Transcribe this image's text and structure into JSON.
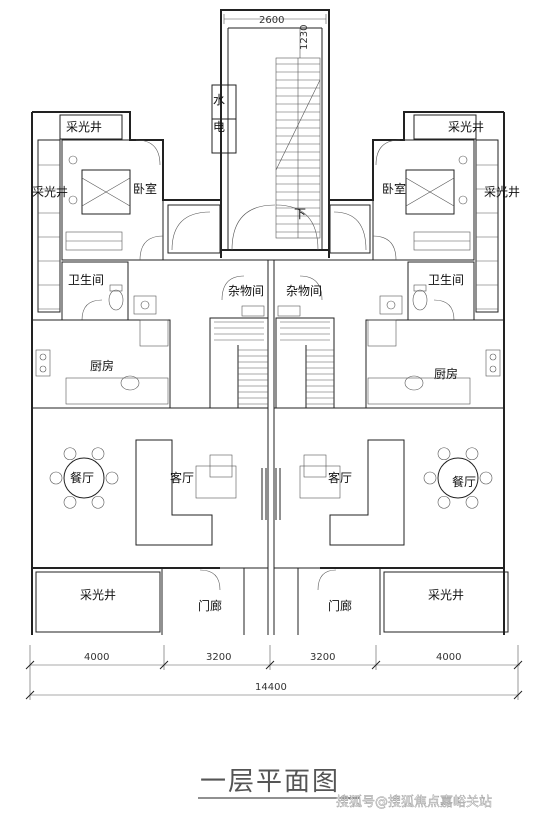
{
  "rooms": {
    "skylight_tl": "采光井",
    "skylight_tr": "采光井",
    "skylight_ml": "采光井",
    "skylight_mr": "采光井",
    "skylight_bl": "采光井",
    "skylight_br": "采光井",
    "bedroom_l": "卧室",
    "bedroom_r": "卧室",
    "bath_l": "卫生间",
    "bath_r": "卫生间",
    "storage_l": "杂物间",
    "storage_r": "杂物间",
    "kitchen_l": "厨房",
    "kitchen_r": "厨房",
    "living_l": "客厅",
    "living_r": "客厅",
    "dining_l": "餐厅",
    "dining_r": "餐厅",
    "porch_l": "门廊",
    "porch_r": "门廊",
    "water": "水",
    "elec": "电",
    "down": "下"
  },
  "dims": {
    "top_width": "2600",
    "top_depth": "1230",
    "seg1": "4000",
    "seg2": "3200",
    "seg3": "3200",
    "seg4": "4000",
    "total": "14400"
  },
  "title": "一层平面图",
  "watermark": "搜狐号@搜狐焦点嘉峪关站"
}
